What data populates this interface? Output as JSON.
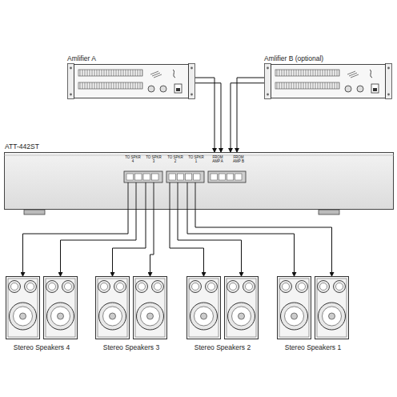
{
  "diagram": {
    "nodes": [
      {
        "text": [
          "Amlifier A"
        ]
      },
      {
        "text": [
          "Amlifier B (optional)"
        ]
      },
      {
        "text": [
          "ATT-442ST"
        ]
      },
      {
        "text": [
          "Stereo Speakers 4"
        ]
      },
      {
        "text": [
          "Stereo Speakers 3"
        ]
      },
      {
        "text": [
          "Stereo Speakers 2"
        ]
      },
      {
        "text": [
          "Stereo Speakers 1"
        ]
      }
    ],
    "edges": [
      {
        "from": 0,
        "to": 2,
        "arrow": "to"
      },
      {
        "from": 1,
        "to": 2,
        "arrow": "to"
      },
      {
        "from": 2,
        "to": 3,
        "arrow": "to"
      },
      {
        "from": 2,
        "to": 4,
        "arrow": "to"
      },
      {
        "from": 2,
        "to": 5,
        "arrow": "to"
      },
      {
        "from": 2,
        "to": 6,
        "arrow": "to"
      }
    ],
    "labels": [
      "TO SPKR 4",
      "TO SPKR 3",
      "TO SPKR 2",
      "TO SPKR 1",
      "FROM AMP A",
      "FROM AMP B"
    ]
  }
}
